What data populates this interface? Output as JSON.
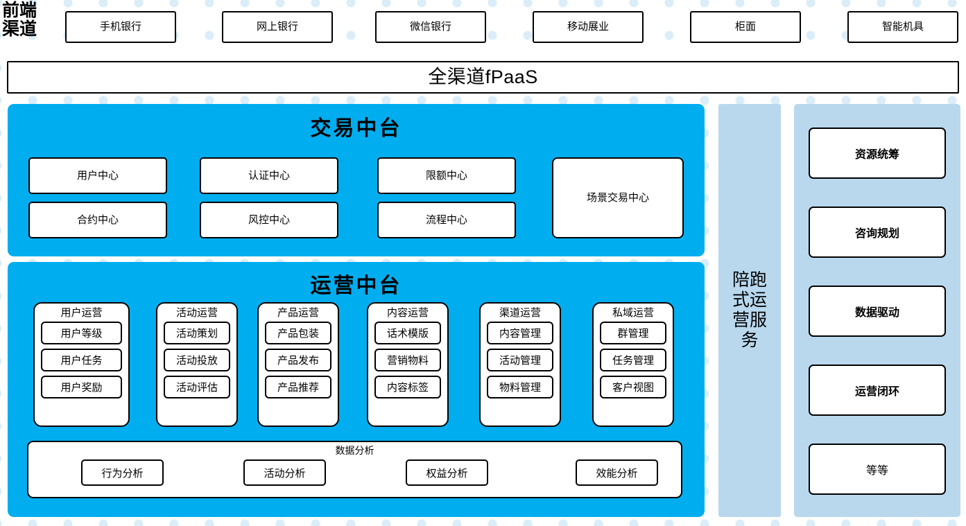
{
  "theme": {
    "platform_cyan": "#00AEEF",
    "service_blue": "#B9D8EE",
    "stroke": "#000000",
    "surface": "#FFFFFF",
    "dot_pattern": "#D8ECF9"
  },
  "frontend": {
    "label": "前端\n渠道",
    "channels": [
      {
        "label": "手机银行"
      },
      {
        "label": "网上银行"
      },
      {
        "label": "微信银行"
      },
      {
        "label": "移动展业"
      },
      {
        "label": "柜面"
      },
      {
        "label": "智能机具"
      }
    ]
  },
  "fpaas": {
    "label": "全渠道fPaaS"
  },
  "trade_platform": {
    "title": "交易中台",
    "left_grid": [
      {
        "label": "用户中心"
      },
      {
        "label": "认证中心"
      },
      {
        "label": "限额中心"
      },
      {
        "label": "合约中心"
      },
      {
        "label": "风控中心"
      },
      {
        "label": "流程中心"
      }
    ],
    "tall_box": {
      "label": "场景交易中心"
    }
  },
  "ops_platform": {
    "title": "运营中台",
    "groups": [
      {
        "title": "用户运营",
        "items": [
          {
            "label": "用户等级"
          },
          {
            "label": "用户任务"
          },
          {
            "label": "用户奖励"
          }
        ]
      },
      {
        "title": "活动运营",
        "items": [
          {
            "label": "活动策划"
          },
          {
            "label": "活动投放"
          },
          {
            "label": "活动评估"
          }
        ]
      },
      {
        "title": "产品运营",
        "items": [
          {
            "label": "产品包装"
          },
          {
            "label": "产品发布"
          },
          {
            "label": "产品推荐"
          }
        ]
      },
      {
        "title": "内容运营",
        "items": [
          {
            "label": "话术模版"
          },
          {
            "label": "营销物料"
          },
          {
            "label": "内容标签"
          }
        ]
      },
      {
        "title": "渠道运营",
        "items": [
          {
            "label": "内容管理"
          },
          {
            "label": "活动管理"
          },
          {
            "label": "物料管理"
          }
        ]
      },
      {
        "title": "私域运营",
        "items": [
          {
            "label": "群管理"
          },
          {
            "label": "任务管理"
          },
          {
            "label": "客户视图"
          }
        ]
      }
    ],
    "analysis": {
      "title": "数据分析",
      "items": [
        {
          "label": "行为分析"
        },
        {
          "label": "活动分析"
        },
        {
          "label": "权益分析"
        },
        {
          "label": "效能分析"
        }
      ]
    }
  },
  "service_strip": {
    "label": "陪跑式运营服务"
  },
  "service_panel": {
    "items": [
      {
        "label": "资源统筹",
        "bold": true
      },
      {
        "label": "咨询规划",
        "bold": true
      },
      {
        "label": "数据驱动",
        "bold": true
      },
      {
        "label": "运营闭环",
        "bold": true
      },
      {
        "label": "等等",
        "bold": false
      }
    ]
  }
}
